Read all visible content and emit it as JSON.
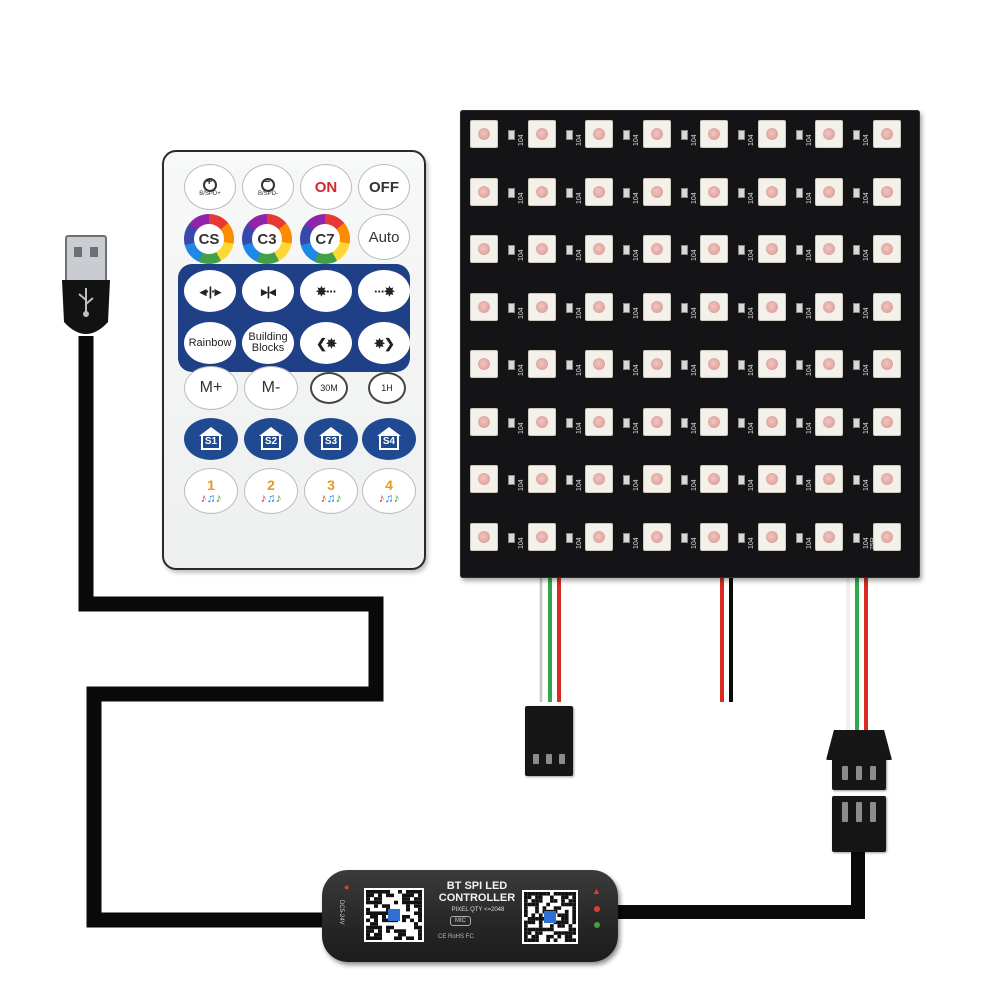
{
  "remote": {
    "brightness_up": "B/SPD+",
    "brightness_down": "B/SPD-",
    "on": "ON",
    "off": "OFF",
    "cs": "CS",
    "c3": "C3",
    "c7": "C7",
    "auto": "Auto",
    "rainbow": "Rainbow",
    "building_blocks_1": "Building",
    "building_blocks_2": "Blocks",
    "m_plus": "M+",
    "m_minus": "M-",
    "t30": "30M",
    "t1h": "1H",
    "scenes": [
      "S1",
      "S2",
      "S3",
      "S4"
    ],
    "music": [
      "1",
      "2",
      "3",
      "4"
    ]
  },
  "matrix": {
    "cap_code": "104",
    "corner_mark": "75R"
  },
  "controller": {
    "title_line1": "BT SPI LED",
    "title_line2": "CONTROLLER",
    "pixel_qty": "PIXEL QTY <=2048",
    "mic": "MIC",
    "voltage": "DC5-24V",
    "certs": "CE RoHS FC",
    "colors": {
      "body": "#262626",
      "led_red": "#e53935",
      "led_green": "#43a047"
    }
  },
  "colors": {
    "remote_blue": "#1f3f86",
    "on_red": "#d8262d",
    "wire_black": "#0a0a0a",
    "wire_red": "#d62c22",
    "wire_green": "#2fa84a",
    "wire_white": "#f0f0f0"
  },
  "icons": {
    "usb": "usb-icon",
    "sun": "brightness-icon",
    "house": "scene-icon",
    "note": "music-note-icon",
    "qr": "qr-code-icon"
  }
}
